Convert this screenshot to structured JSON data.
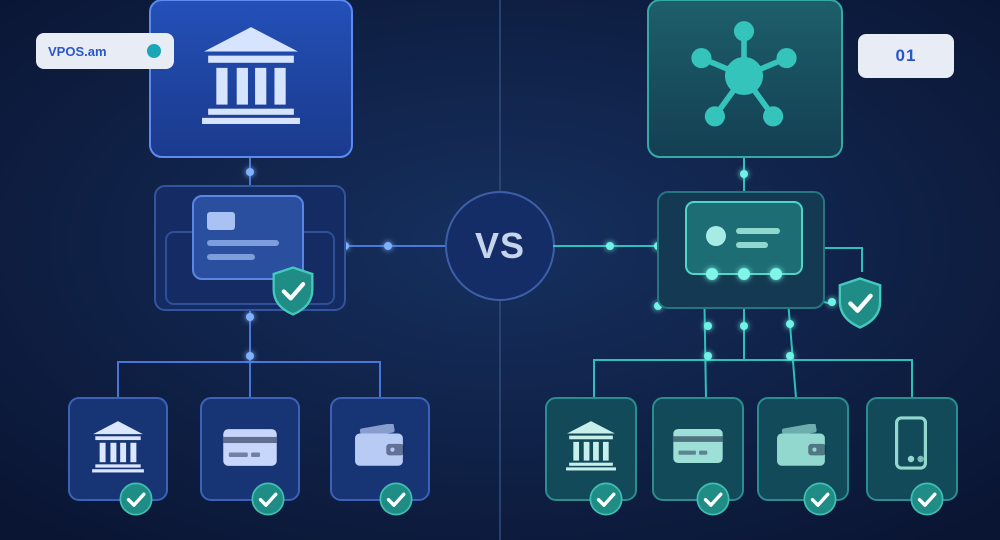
{
  "brand": {
    "label": "VPOS.am",
    "accent": "#1aa6b8"
  },
  "page_number": "01",
  "divider_label": "VS",
  "left_model": {
    "accent": "#4f7fe8",
    "top_icon": "bank-icon",
    "middle_icons": [
      "payment-card-icon",
      "shield-check-icon"
    ],
    "children": [
      "bank-icon",
      "payment-card-icon",
      "wallet-icon"
    ],
    "child_status_icon": "check-icon"
  },
  "right_model": {
    "accent": "#2fd1c8",
    "top_icon": "network-hub-icon",
    "middle_icons": [
      "profile-card-icon",
      "shield-check-icon"
    ],
    "children": [
      "bank-icon",
      "payment-card-icon",
      "wallet-icon",
      "mobile-phone-icon"
    ],
    "child_status_icon": "check-icon"
  },
  "colors": {
    "background": "#0b1838",
    "left_accent": "#4f7fe8",
    "right_accent": "#2fd1c8",
    "check_badge": "#1f8d86"
  }
}
